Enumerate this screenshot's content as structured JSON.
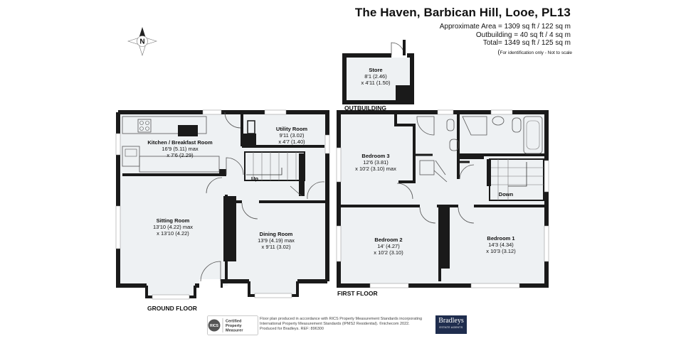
{
  "header": {
    "title": "The Haven, Barbican Hill, Looe, PL13",
    "approx_area": "Approximate Area = 1309 sq ft / 122 sq m",
    "outbuilding_area": "Outbuilding = 40 sq ft / 4 sq m",
    "total_area": "Total= 1349 sq ft / 125 sq m",
    "identification_prefix": "(",
    "identification": "For identification only - Not to scale"
  },
  "compass": {
    "letter": "N"
  },
  "floors": {
    "ground": "GROUND FLOOR",
    "first": "FIRST FLOOR",
    "outbuilding": "OUTBUILDING"
  },
  "rooms": {
    "kitchen": {
      "name": "Kitchen / Breakfast Room",
      "dim1": "16'9 (5.11) max",
      "dim2": "x 7'6 (2.29)"
    },
    "utility": {
      "name": "Utility Room",
      "dim1": "9'11 (3.02)",
      "dim2": "x 4'7 (1.40)"
    },
    "sitting": {
      "name": "Sitting Room",
      "dim1": "13'10 (4.22) max",
      "dim2": "x 13'10 (4.22)"
    },
    "dining": {
      "name": "Dining Room",
      "dim1": "13'9 (4.19) max",
      "dim2": "x 9'11 (3.02)"
    },
    "store": {
      "name": "Store",
      "dim1": "8'1 (2.46)",
      "dim2": "x 4'11 (1.50)"
    },
    "bedroom3": {
      "name": "Bedroom 3",
      "dim1": "12'6 (3.81)",
      "dim2": "x 10'2 (3.10) max"
    },
    "bedroom2": {
      "name": "Bedroom 2",
      "dim1": "14' (4.27)",
      "dim2": "x 10'2 (3.10)"
    },
    "bedroom1": {
      "name": "Bedroom 1",
      "dim1": "14'3 (4.34)",
      "dim2": "x 10'3 (3.12)"
    }
  },
  "stairs": {
    "up": "Up",
    "down": "Down"
  },
  "footer": {
    "rics_line1": "Certified",
    "rics_line2": "Property",
    "rics_line3": "Measurer",
    "rics_mark": "RICS",
    "line1": "Floor plan produced in accordance with RICS Property Measurement Standards incorporating",
    "line2": "International Property Measurement Standards (IPMS2 Residential). ©nichecom 2022.",
    "line3": "Produced for Bradleys.   REF: 896300",
    "brand": "Bradleys",
    "brand_tag": "ESTATE AGENTS"
  },
  "colors": {
    "wall": "#1a1a1a",
    "floor_fill": "#eef1f3",
    "brand_bg": "#1f2d4e"
  }
}
